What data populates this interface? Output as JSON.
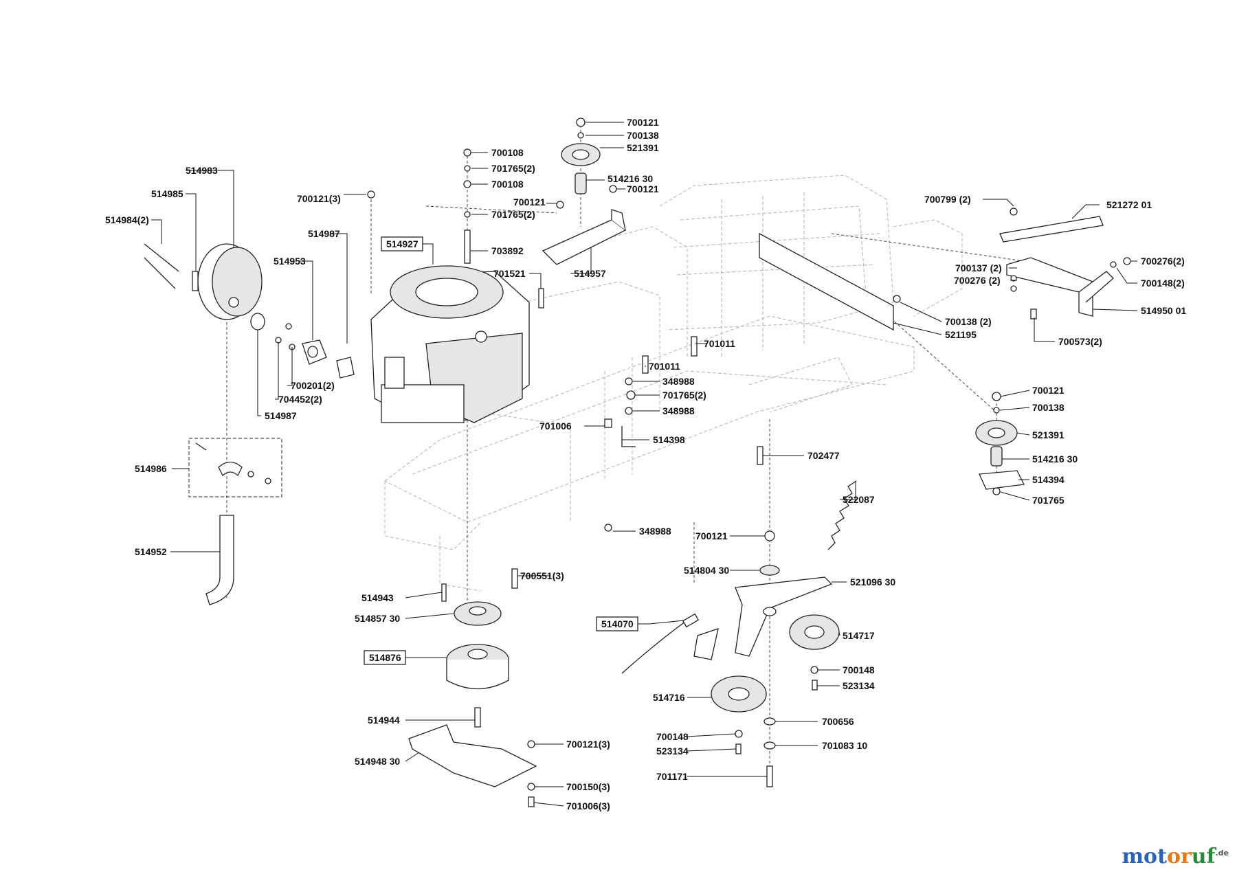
{
  "watermark": {
    "brand_a": "mot",
    "brand_b": "or",
    "brand_c": "uf",
    "tld": ".de"
  },
  "labels": {
    "l700121_top": "700121",
    "l700138_top": "700138",
    "l521391_top": "521391",
    "l514216_top": "514216 30",
    "l700121_b": "700121",
    "l700108_a": "700108",
    "l701765_a": "701765(2)",
    "l700108_b": "700108",
    "l701765_b": "701765(2)",
    "l703892": "703892",
    "l700121_3": "700121(3)",
    "l700121_c": "700121",
    "l514957": "514957",
    "l701521": "701521",
    "l514983": "514983",
    "l514985": "514985",
    "l514984": "514984(2)",
    "l514987_a": "514987",
    "l514927": "514927",
    "l514953": "514953",
    "l700201": "700201(2)",
    "l704452": "704452(2)",
    "l514987_b": "514987",
    "l701011_a": "701011",
    "l701011_b": "701011",
    "l348988_a": "348988",
    "l701765_c": "701765(2)",
    "l348988_b": "348988",
    "l701006": "701006",
    "l514398": "514398",
    "l702477": "702477",
    "l700799": "700799 (2)",
    "l521272": "521272 01",
    "l700137": "700137 (2)",
    "l700276_a": "700276(2)",
    "l700276_b": "700276 (2)",
    "l700148_a": "700148(2)",
    "l514950": "514950 01",
    "l700138_c": "700138 (2)",
    "l521195": "521195",
    "l700573": "700573(2)",
    "l700121_r": "700121",
    "l700138_r": "700138",
    "l521391_r": "521391",
    "l514216_r": "514216 30",
    "l514394": "514394",
    "l701765_r": "701765",
    "l514986": "514986",
    "l514952": "514952",
    "l522087": "522087",
    "l348988_c": "348988",
    "l700121_m": "700121",
    "l514804": "514804 30",
    "l521096": "521096 30",
    "l700551": "700551(3)",
    "l514943": "514943",
    "l514857": "514857 30",
    "l514876": "514876",
    "l514070": "514070",
    "l514717": "514717",
    "l700148_b": "700148",
    "l523134_a": "523134",
    "l514716": "514716",
    "l700656": "700656",
    "l514944": "514944",
    "l700148_c": "700148",
    "l701083": "701083 10",
    "l523134_b": "523134",
    "l701171": "701171",
    "l700121_3b": "700121(3)",
    "l514948": "514948 30",
    "l700150": "700150(3)",
    "l701006_3": "701006(3)"
  }
}
